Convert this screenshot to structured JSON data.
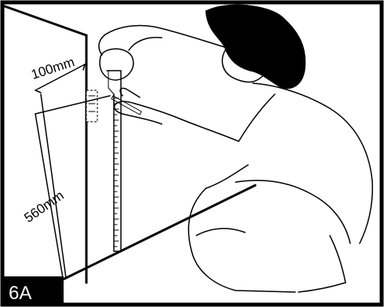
{
  "figure": {
    "step_label": "6A",
    "dimensions": {
      "top_offset": "100mm",
      "height_from_floor": "560mm"
    },
    "colors": {
      "ink": "#000000",
      "paper": "#ffffff"
    }
  }
}
